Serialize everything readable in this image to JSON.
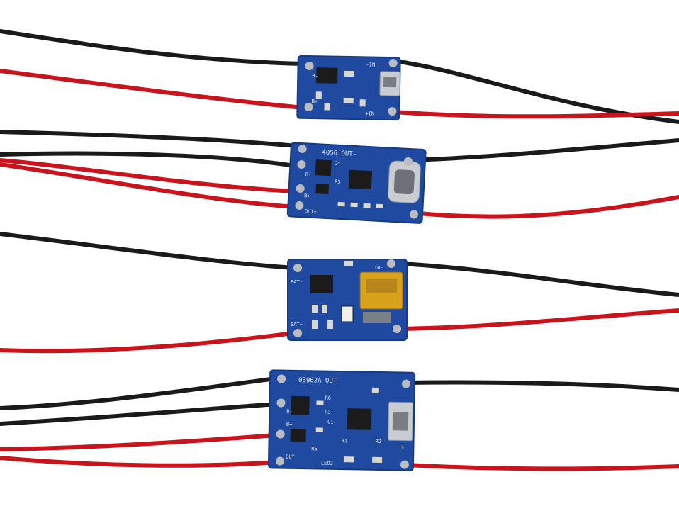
{
  "colors": {
    "background": "#ffffff",
    "pcb": "#1f4aa0",
    "pcb_dark": "#163a82",
    "wire_black": "#1a1a1a",
    "wire_red": "#c8141c",
    "solder": "#b9bcc0",
    "chip": "#1b1b1b",
    "usb_metal": "#c9ccd1",
    "mini_usb_gold": "#d9a21c"
  },
  "boards": [
    {
      "connector": "micro-usb",
      "silk": {
        "bat_minus": "B-",
        "bat_plus": "B+",
        "in_minus": "-IN",
        "in_plus": "+IN"
      }
    },
    {
      "connector": "usb-c",
      "silk": {
        "top": "4056 OUT-",
        "bat_minus": "B-",
        "bat_plus": "B+",
        "out_plus": "OUT+",
        "cap": "C4",
        "res": "R5"
      }
    },
    {
      "connector": "mini-usb",
      "silk": {
        "bat_minus": "BAT-",
        "bat_plus": "BAT+",
        "in_minus": "IN-"
      }
    },
    {
      "connector": "micro-usb",
      "silk": {
        "top": "03962A OUT-",
        "bat_minus": "B-",
        "bat_plus": "B+",
        "out": "OUT",
        "r6": "R6",
        "r3": "R3",
        "c1": "C1",
        "r1": "R1",
        "r2": "R2",
        "r5": "R5",
        "plus": "+",
        "led2": "LED2"
      }
    }
  ]
}
